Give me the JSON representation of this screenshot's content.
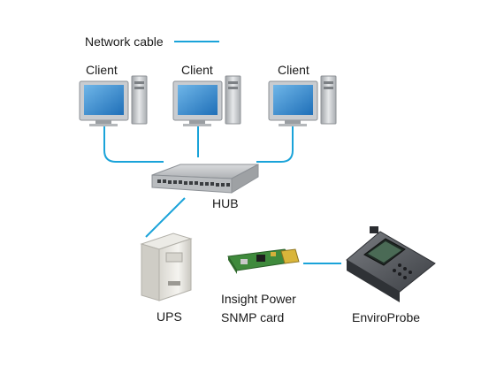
{
  "legend": {
    "label": "Network cable",
    "line_color": "#1aa3d9"
  },
  "clients": [
    {
      "label": "Client"
    },
    {
      "label": "Client"
    },
    {
      "label": "Client"
    }
  ],
  "hub": {
    "label": "HUB"
  },
  "ups": {
    "label": "UPS"
  },
  "snmp_card": {
    "label_line1": "Insight Power",
    "label_line2": "SNMP card"
  },
  "enviroprobe": {
    "label": "EnviroProbe"
  },
  "colors": {
    "cable": "#1aa3d9",
    "screen": "#2c86c9",
    "monitor_body": "#c9ccd0",
    "hub_body": "#b9bcbf"
  }
}
